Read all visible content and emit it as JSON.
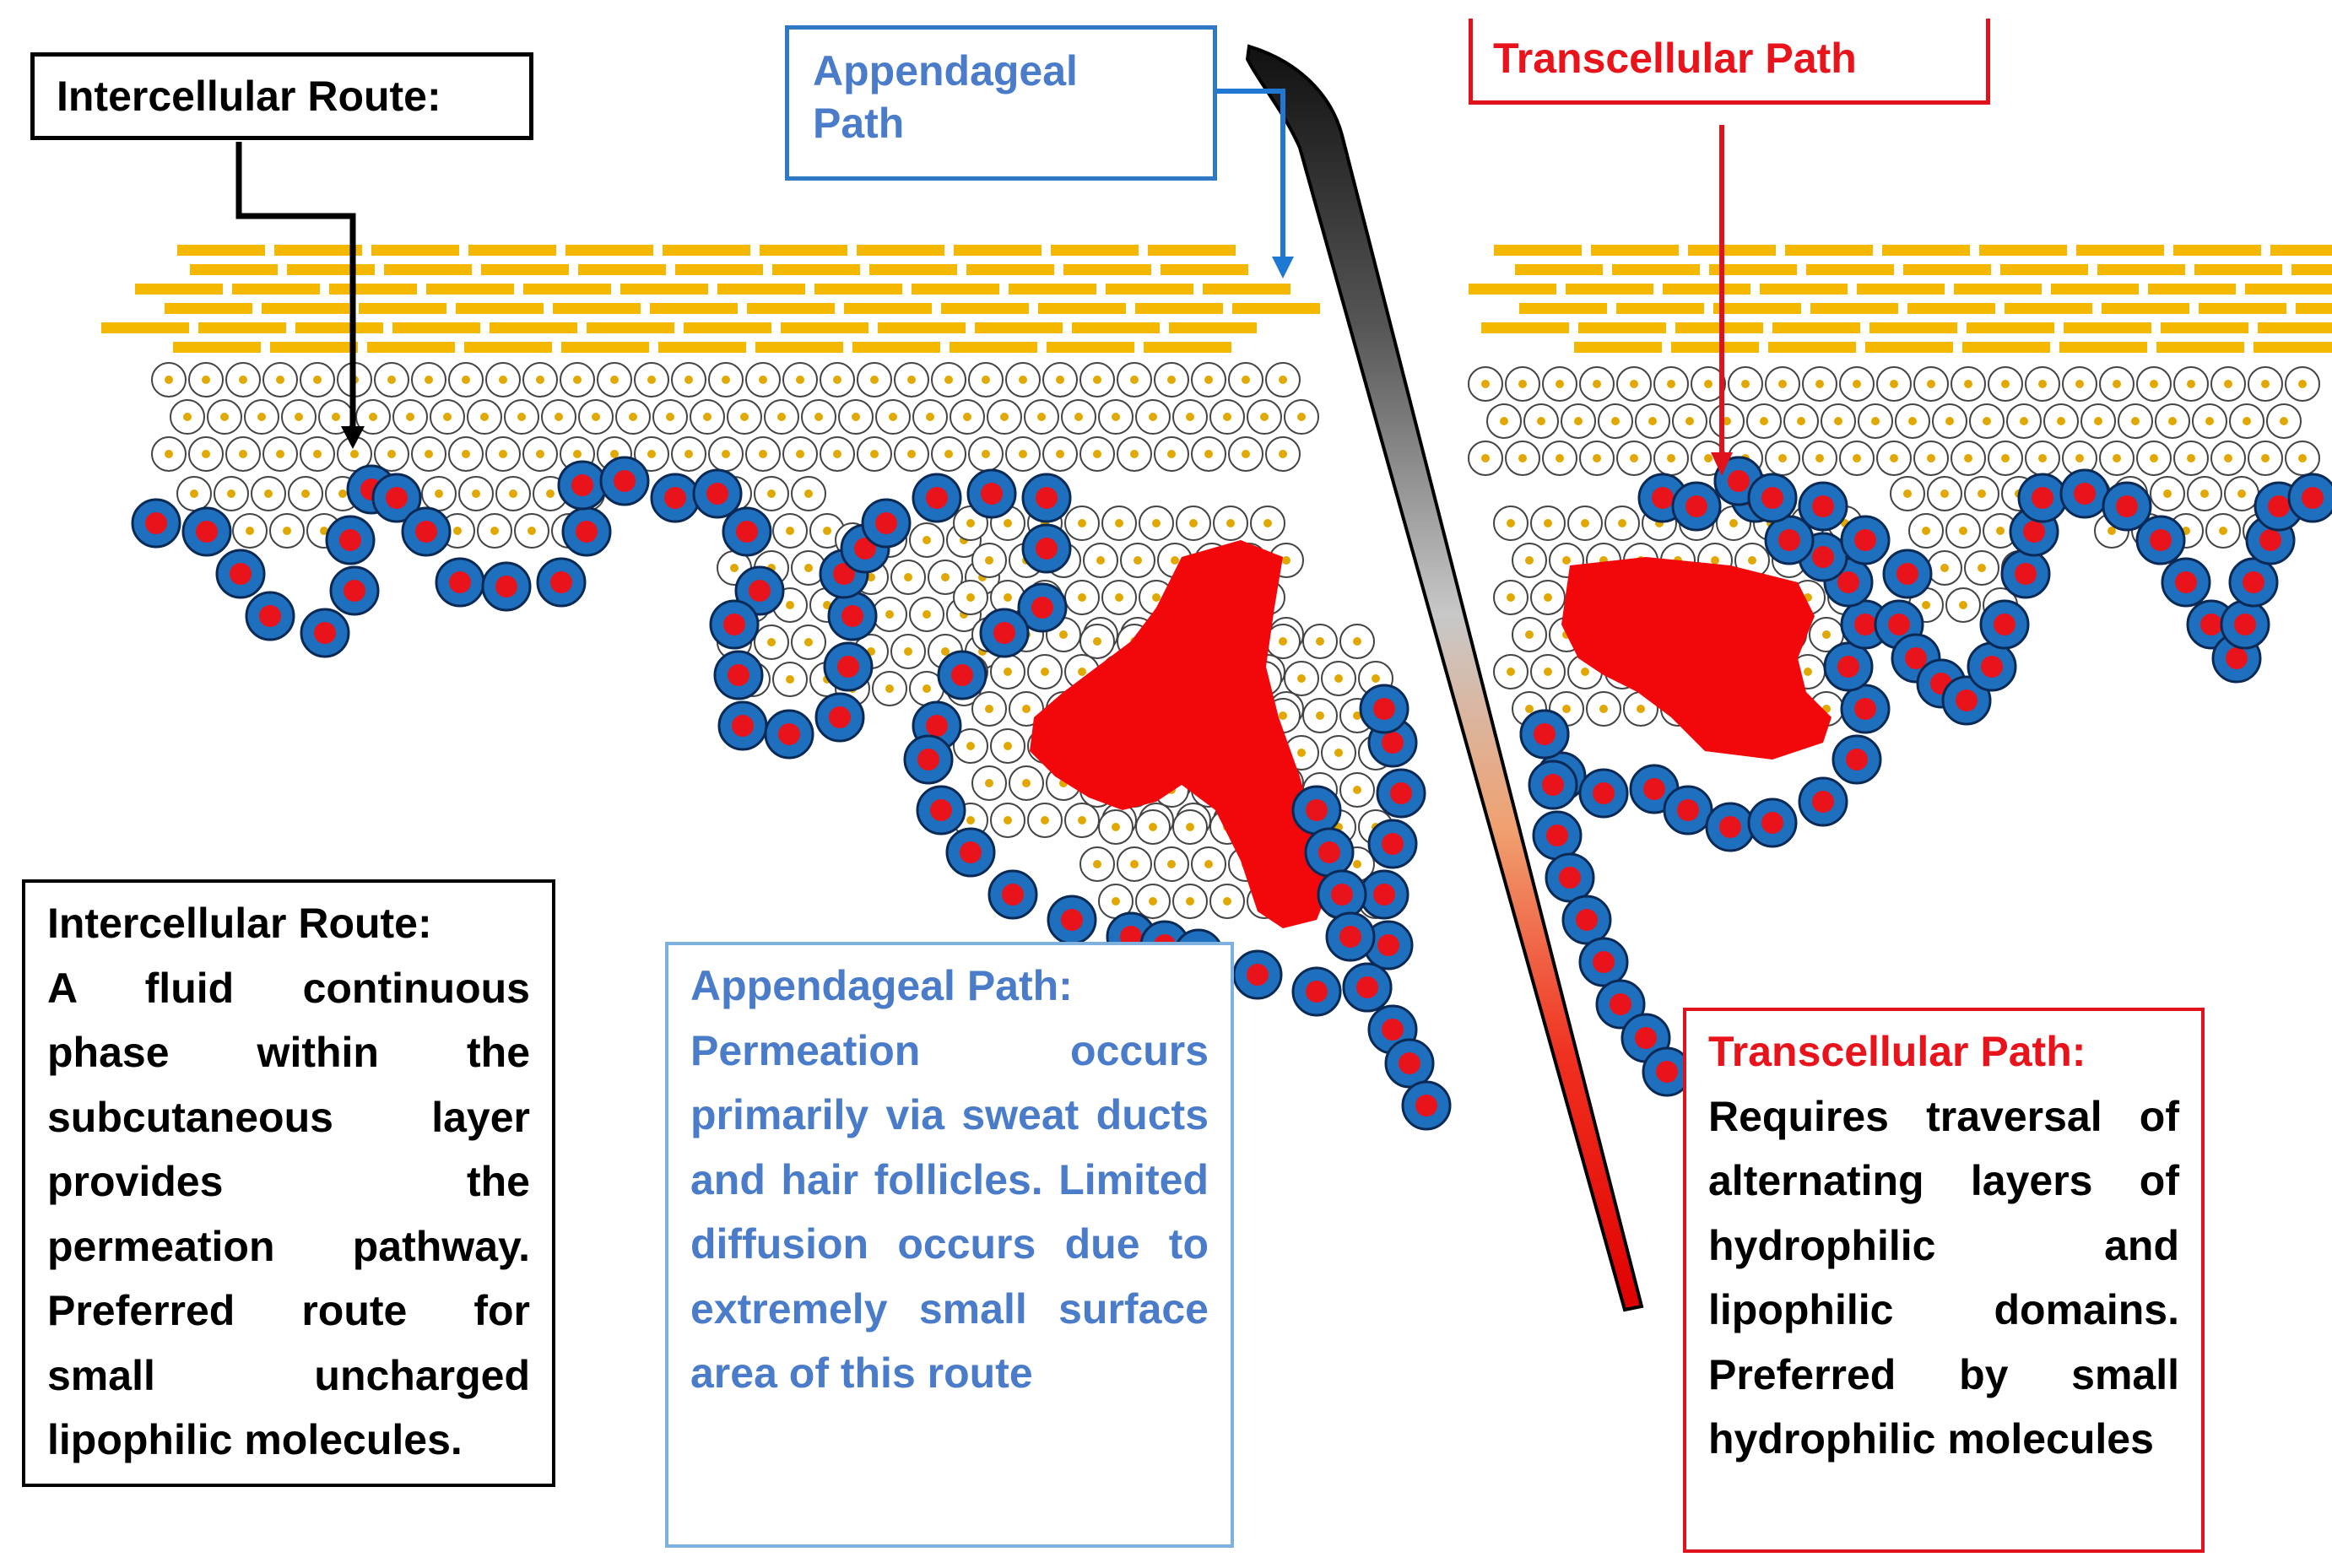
{
  "labels": {
    "intercellular": "Intercellular Route:",
    "appendageal": "Appendageal Path",
    "transcellular": "Transcellular Path"
  },
  "descriptions": {
    "intercellular": {
      "heading": "Intercellular Route:",
      "body": "A fluid continuous phase within the subcutaneous layer provides the permeation pathway. Preferred route for small uncharged lipophilic molecules."
    },
    "appendageal": {
      "heading": "Appendageal Path:",
      "body": "Permeation occurs primarily via sweat ducts and hair follicles. Limited diffusion occurs due to extremely small surface area of this route"
    },
    "transcellular": {
      "heading": "Transcellular Path:",
      "body": "Requires traversal of alternating layers of hydrophilic and lipophilic domains. Preferred by small hydrophilic molecules"
    }
  },
  "colors": {
    "brick": "#f5b800",
    "cell_fill": "#ffffff",
    "nucleus": "#e0a800",
    "basal_outer": "#1f6fbf",
    "basal_inner": "#e8131b",
    "gland": "#f2070a",
    "intercellular_arrow": "#000000",
    "appendageal_arrow": "#1f78d1",
    "transcellular_arrow": "#e0121c"
  }
}
